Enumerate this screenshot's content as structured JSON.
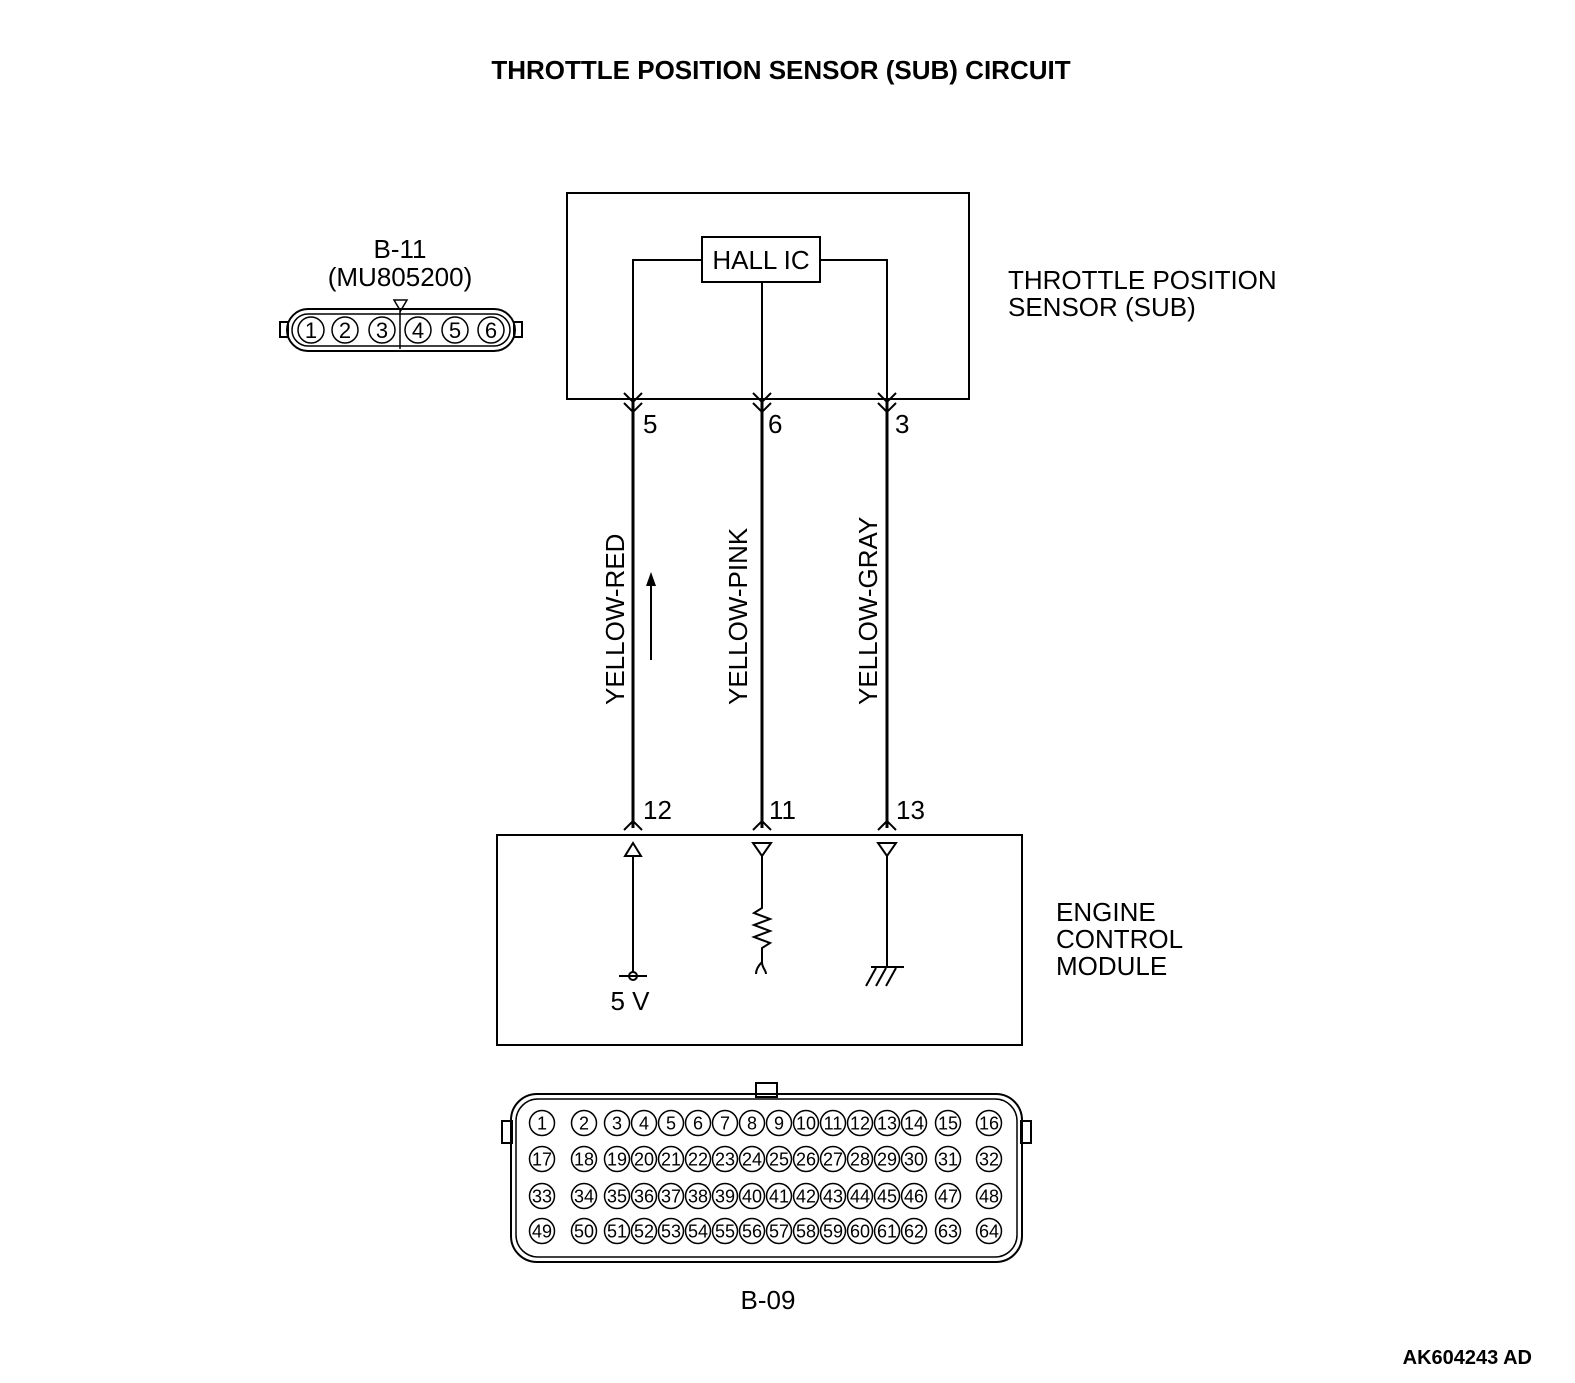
{
  "title": "THROTTLE POSITION SENSOR (SUB) CIRCUIT",
  "connector_b11": {
    "id": "B-11",
    "part_number": "(MU805200)",
    "pins": [
      "1",
      "2",
      "3",
      "4",
      "5",
      "6"
    ]
  },
  "sensor": {
    "label_line1": "THROTTLE POSITION",
    "label_line2": "SENSOR (SUB)",
    "hall_ic": "HALL IC"
  },
  "wires": [
    {
      "color": "YELLOW-RED",
      "sensor_pin": "5",
      "ecm_pin": "12"
    },
    {
      "color": "YELLOW-PINK",
      "sensor_pin": "6",
      "ecm_pin": "11"
    },
    {
      "color": "YELLOW-GRAY",
      "sensor_pin": "3",
      "ecm_pin": "13"
    }
  ],
  "ecm": {
    "label_line1": "ENGINE",
    "label_line2": "CONTROL",
    "label_line3": "MODULE",
    "supply": "5 V"
  },
  "connector_b09": {
    "id": "B-09",
    "rows": [
      [
        "1",
        "2",
        "3",
        "4",
        "5",
        "6",
        "7",
        "8",
        "9",
        "10",
        "11",
        "12",
        "13",
        "14",
        "15",
        "16"
      ],
      [
        "17",
        "18",
        "19",
        "20",
        "21",
        "22",
        "23",
        "24",
        "25",
        "26",
        "27",
        "28",
        "29",
        "30",
        "31",
        "32"
      ],
      [
        "33",
        "34",
        "35",
        "36",
        "37",
        "38",
        "39",
        "40",
        "41",
        "42",
        "43",
        "44",
        "45",
        "46",
        "47",
        "48"
      ],
      [
        "49",
        "50",
        "51",
        "52",
        "53",
        "54",
        "55",
        "56",
        "57",
        "58",
        "59",
        "60",
        "61",
        "62",
        "63",
        "64"
      ]
    ]
  },
  "figure_code": "AK604243 AD"
}
